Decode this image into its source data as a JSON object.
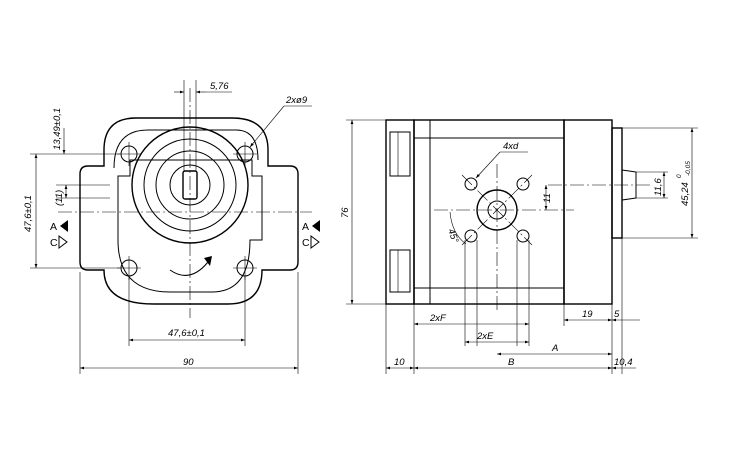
{
  "front_view": {
    "dim_top_small": "5,76",
    "dim_holes_top": "2xø9",
    "dim_vertical_offset": "13,49±0,1",
    "dim_vertical_pitch": "47,6±0,1",
    "dim_inner": "(11)",
    "dim_horizontal_pitch": "47,6±0,1",
    "dim_width": "90",
    "port_a_left": "A",
    "port_c_left": "C",
    "port_a_right": "A",
    "port_c_right": "C"
  },
  "side_view": {
    "dim_height": "76",
    "dim_port_holes": "4xd",
    "dim_angle": "45°",
    "dim_port_offset": "11",
    "dim_shaft_key": "11,6",
    "dim_shaft_dia": "45,24",
    "dim_shaft_tol_upper": "0",
    "dim_shaft_tol_lower": "-0,05",
    "dim_2xF": "2xF",
    "dim_2xE": "2xE",
    "dim_19": "19",
    "dim_5": "5",
    "dim_A": "A",
    "dim_10": "10",
    "dim_B": "B",
    "dim_10_4": "10,4"
  }
}
